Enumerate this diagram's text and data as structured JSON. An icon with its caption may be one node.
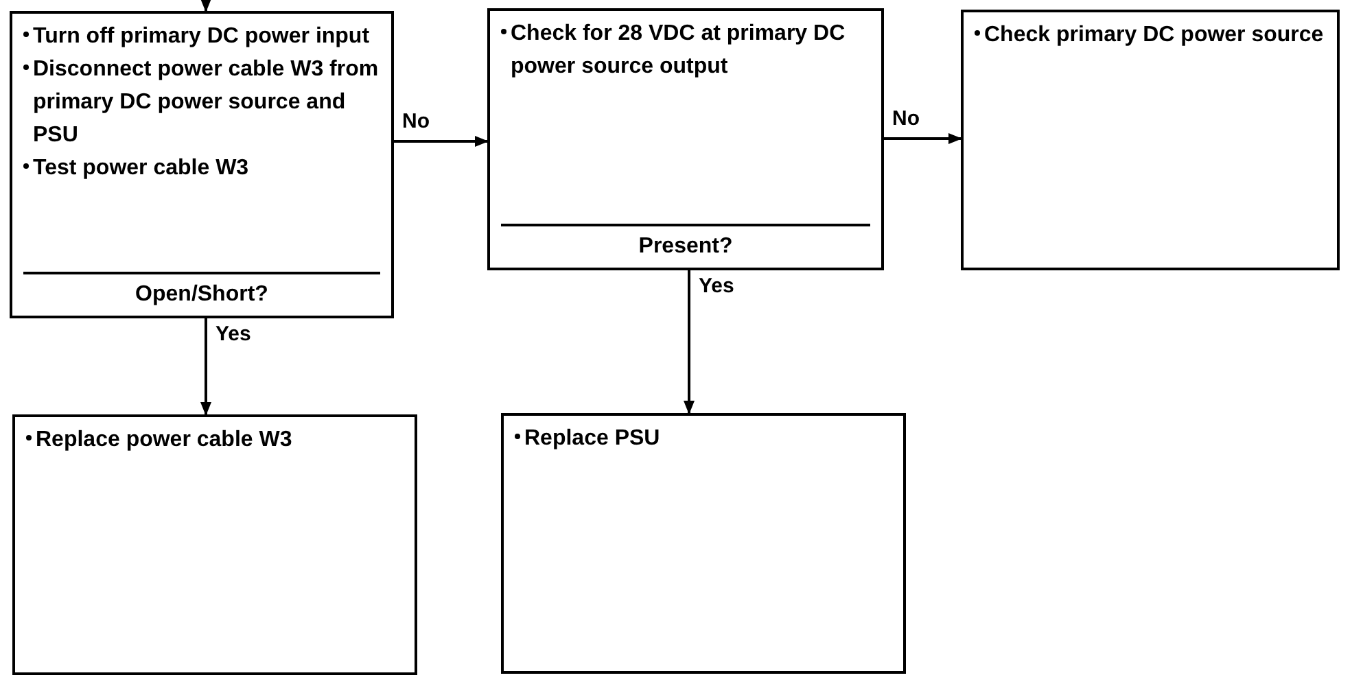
{
  "diagram": {
    "nodes": [
      {
        "text": [
          "Turn off primary DC power input",
          "Disconnect power cable W3 from primary DC power source and PSU",
          "Test power cable W3",
          "Open/Short?"
        ]
      },
      {
        "text": [
          "Check for 28 VDC at primary DC power source output",
          "Present?"
        ]
      },
      {
        "text": [
          "Check primary DC power source"
        ]
      },
      {
        "text": [
          "Replace power cable W3"
        ]
      },
      {
        "text": [
          "Replace PSU"
        ]
      }
    ],
    "edges": [
      {
        "from": null,
        "to": 0,
        "arrow": "to"
      },
      {
        "from": 0,
        "to": 1,
        "arrow": "to",
        "label": "No"
      },
      {
        "from": 1,
        "to": 2,
        "arrow": "to",
        "label": "No"
      },
      {
        "from": 0,
        "to": 3,
        "arrow": "to",
        "label": "Yes"
      },
      {
        "from": 1,
        "to": 4,
        "arrow": "to",
        "label": "Yes"
      }
    ]
  }
}
